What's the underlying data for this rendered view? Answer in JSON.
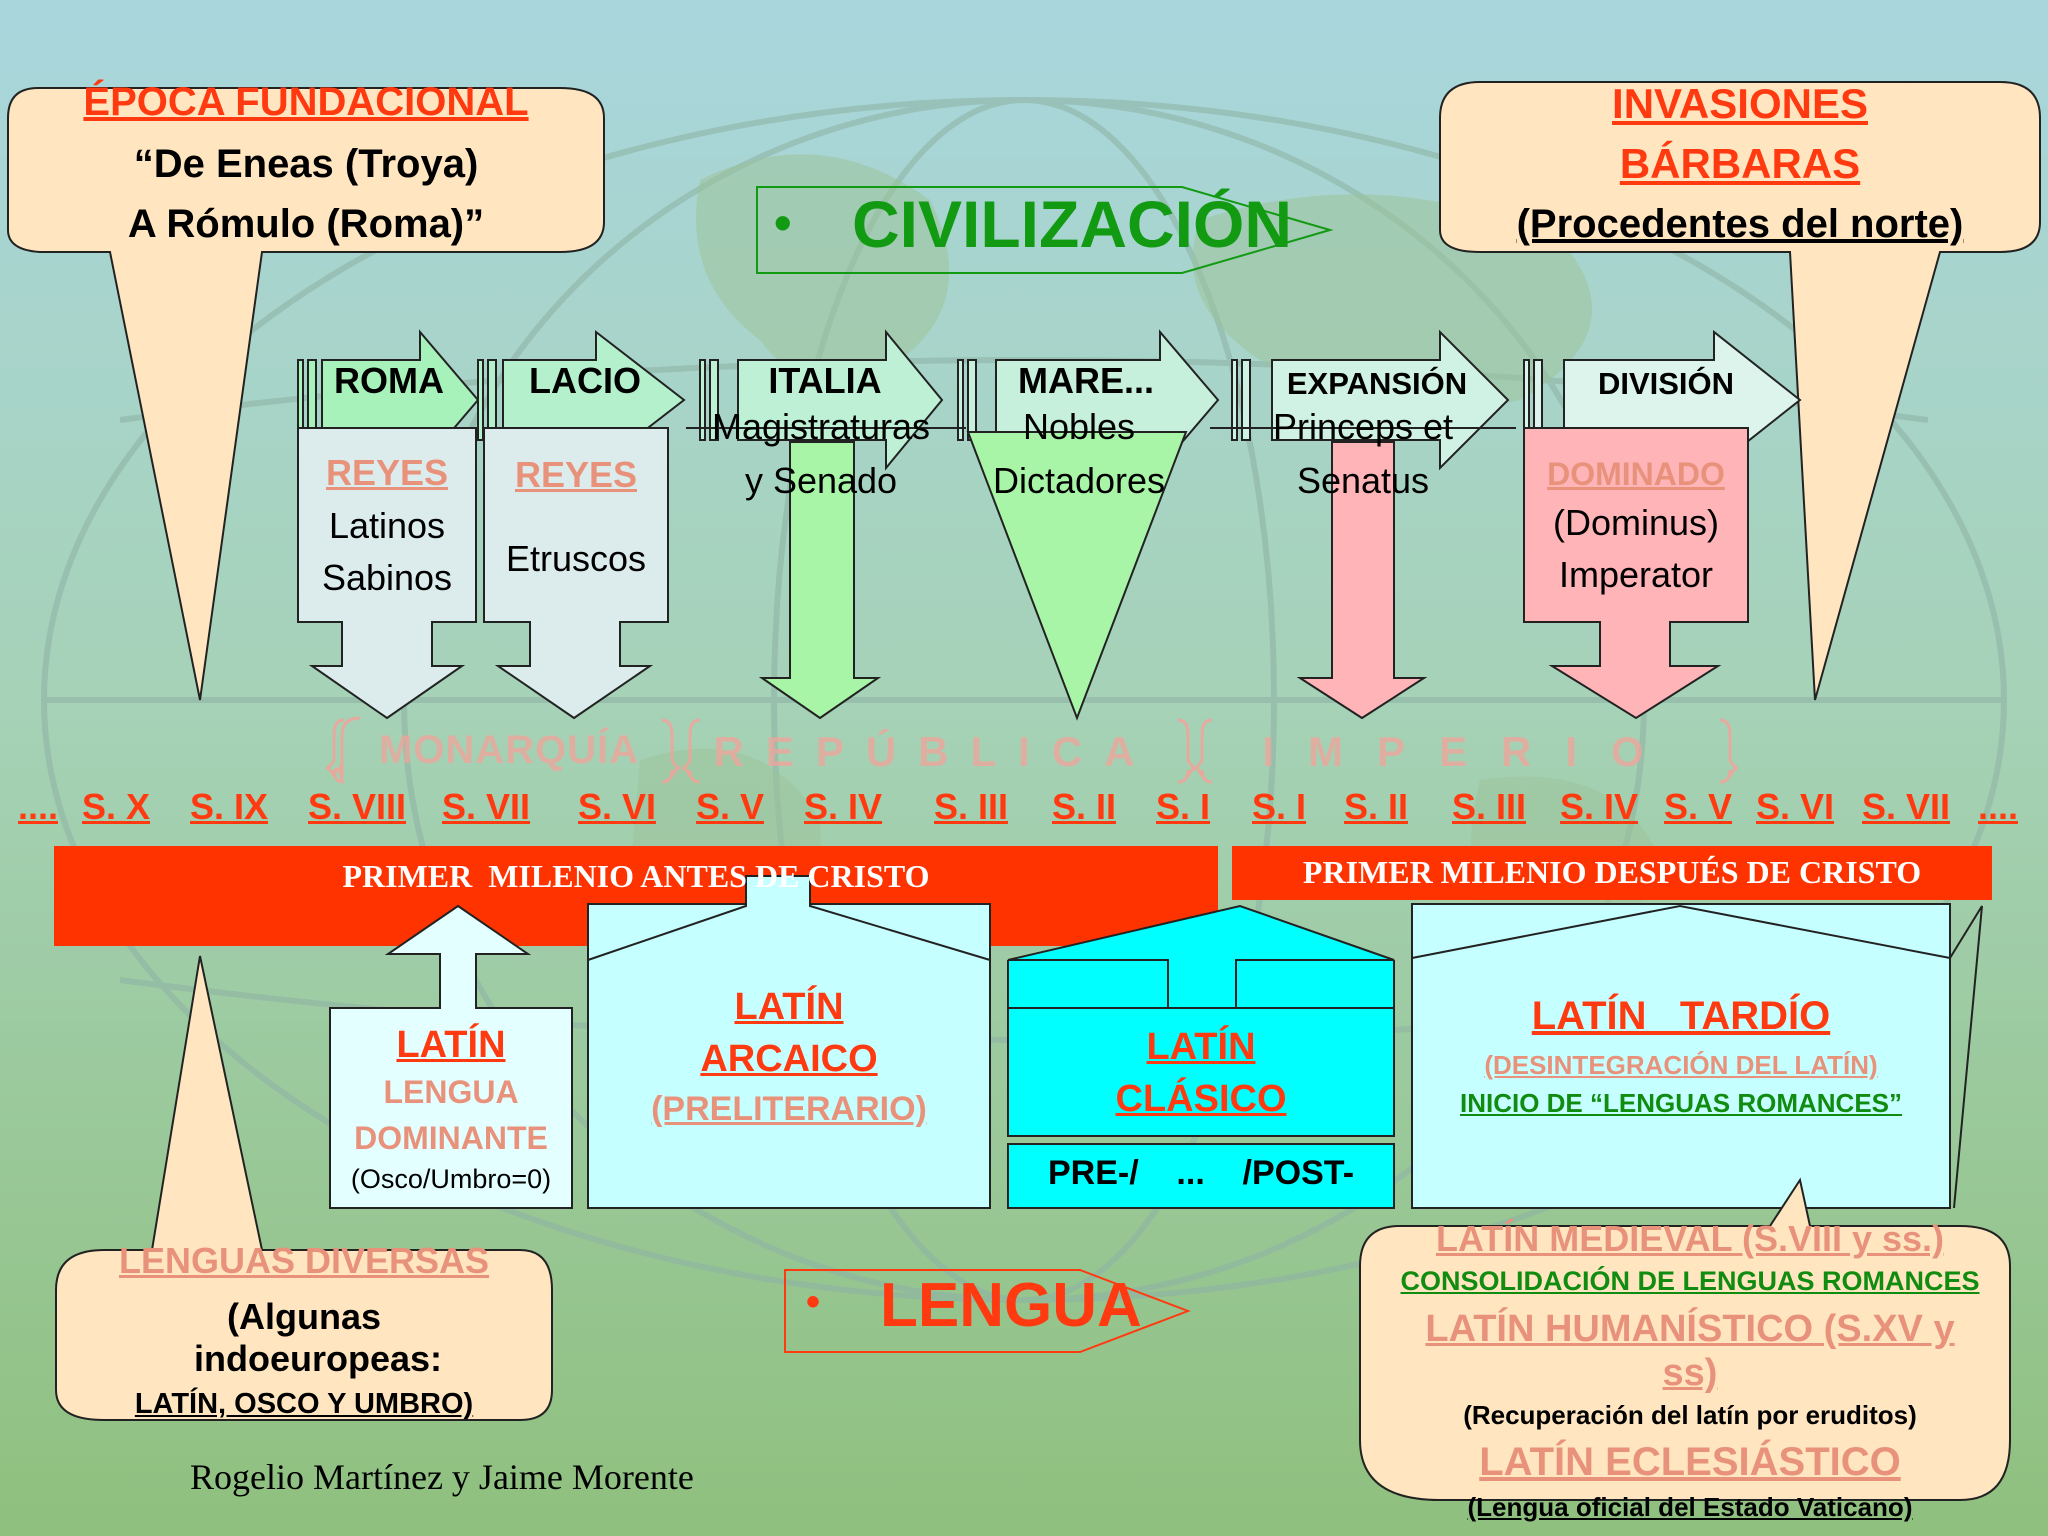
{
  "top_left_callout": {
    "title": "ÉPOCA FUNDACIONAL",
    "line1": "“De Eneas (Troya)",
    "line2": "A Rómulo (Roma)”"
  },
  "top_right_callout": {
    "title_line1": "INVASIONES",
    "title_line2": "BÁRBARAS",
    "subtitle": "(Procedentes del norte)"
  },
  "civilizacion_label": "CIVILIZACIÓN",
  "lengua_label": "LENGUA",
  "bullet": "•",
  "stages": [
    {
      "label": "ROMA"
    },
    {
      "label": "LACIO"
    },
    {
      "label": "ITALIA"
    },
    {
      "label": "MARE..."
    },
    {
      "label": "EXPANSIÓN"
    },
    {
      "label": "DIVISIÓN"
    }
  ],
  "governments": {
    "reyes_latinos": {
      "title": "REYES",
      "line1": "Latinos",
      "line2": "Sabinos"
    },
    "reyes_etruscos": {
      "title": "REYES",
      "line1": "Etruscos"
    },
    "magistraturas": {
      "line1": "Magistraturas",
      "line2": "y Senado"
    },
    "nobles": {
      "line1": "Nobles",
      "line2": "Dictadores"
    },
    "princeps": {
      "line1": "Princeps et",
      "line2": "Senatus"
    },
    "dominado": {
      "title": "DOMINADO",
      "line1": "(Dominus)",
      "line2": "Imperator"
    }
  },
  "periods": {
    "monarquia": "MONARQUÍA",
    "republica": "REPÚBLICA",
    "imperio": "IMPERIO"
  },
  "centuries": {
    "ellipsis": "....",
    "bc": [
      "S. X",
      "S. IX",
      "S. VIII",
      "S. VII",
      "S. VI",
      "S. V",
      "S. IV",
      "S. III",
      "S. II",
      "S. I"
    ],
    "ad": [
      "S. I",
      "S. II",
      "S. III",
      "S. IV",
      "S. V",
      "S. VI",
      "S. VII"
    ]
  },
  "millennium_bc": "PRIMER  MILENIO ANTES DE CRISTO",
  "millennium_ad": "PRIMER MILENIO DESPUÉS DE CRISTO",
  "latin_dominante": {
    "title": "LATÍN",
    "line1": "LENGUA",
    "line2": "DOMINANTE",
    "note": "(Osco/Umbro=0)"
  },
  "latin_arcaico": {
    "line1": "LATÍN",
    "line2": "ARCAICO",
    "line3": "(PRELITERARIO)"
  },
  "latin_clasico": {
    "line1": "LATÍN",
    "line2": "CLÁSICO",
    "prepost": "PRE-/    ...    /POST-"
  },
  "latin_tardio": {
    "title": "LATÍN   TARDÍO",
    "line1": "(DESINTEGRACIÓN DEL LATÍN)",
    "line2": "INICIO DE “LENGUAS ROMANCES”"
  },
  "bottom_left_callout": {
    "title": "LENGUAS DIVERSAS",
    "line1": "(Algunas",
    "line2": "indoeuropeas:",
    "line3": "LATÍN, OSCO Y UMBRO)"
  },
  "bottom_right_callout": {
    "medieval": "LATÍN MEDIEVAL (S.VIII y ss.)",
    "consolidacion": "CONSOLIDACIÓN DE LENGUAS ROMANCES",
    "humanistico_1": "LATÍN HUMANÍSTICO (S.XV y",
    "humanistico_2": "ss)",
    "recuperacion": "(Recuperación del latín por eruditos)",
    "eclesiastico": "LATÍN ECLESIÁSTICO",
    "vaticano": "(Lengua oficial del Estado Vaticano)"
  },
  "authors": "Rogelio Martínez y Jaime Morente",
  "colors": {
    "title_red": "#ff3a10",
    "salmon": "#e8927c",
    "civ_green": "#129a12",
    "band_red": "#ff3300",
    "cyan": "#00ffff",
    "light_cyan": "#c6ffff",
    "callout_fill": "#ffe6c0",
    "pale_green": "#a8f5a8",
    "pink": "#ffb4b8"
  }
}
